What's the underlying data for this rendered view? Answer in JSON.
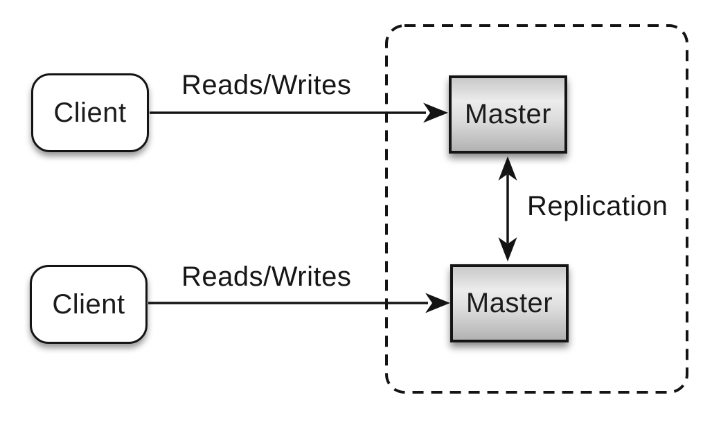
{
  "nodes": {
    "clients": [
      {
        "label": "Client"
      },
      {
        "label": "Client"
      }
    ],
    "masters": [
      {
        "label": "Master"
      },
      {
        "label": "Master"
      }
    ]
  },
  "labels": {
    "reads_writes_top": "Reads/Writes",
    "reads_writes_bottom": "Reads/Writes",
    "replication": "Replication"
  },
  "colors": {
    "background": "#ffffff",
    "stroke": "#141414",
    "client_fill": "#ffffff",
    "master_gradient_top": "#c9c9c9",
    "master_gradient_mid": "#ececec",
    "master_gradient_bottom": "#b2b2b2",
    "text": "#1b1b1b"
  }
}
